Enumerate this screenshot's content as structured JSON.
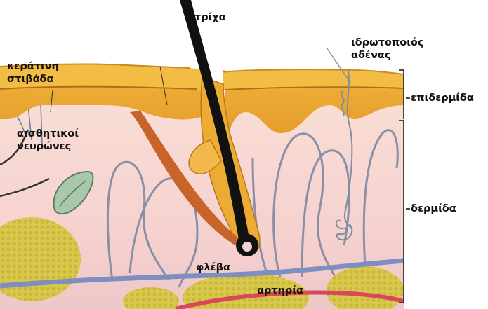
{
  "labels": {
    "hair": "τρίχα",
    "sweat_gland": [
      "ιδρωτοποιός",
      "αδένας"
    ],
    "keratin_layer": [
      "κεράτινη",
      "στιβάδα"
    ],
    "epidermis": "επιδερμίδα",
    "sensory_neurons": [
      "αισθητικοί",
      "νευρώνες"
    ],
    "dermis": "δερμίδα",
    "vein": "φλέβα",
    "artery": "αρτηρία"
  },
  "colors": {
    "epidermis": "#e8a62c",
    "keratin": "#f2b840",
    "dermis": "#f7d6d0",
    "hair": "#111111",
    "vein": "#7c8fc0",
    "artery": "#d9485a",
    "fat": "#d8c64a",
    "muscle": "#c8642a",
    "nerve_fiber": "#8a8fa8"
  }
}
